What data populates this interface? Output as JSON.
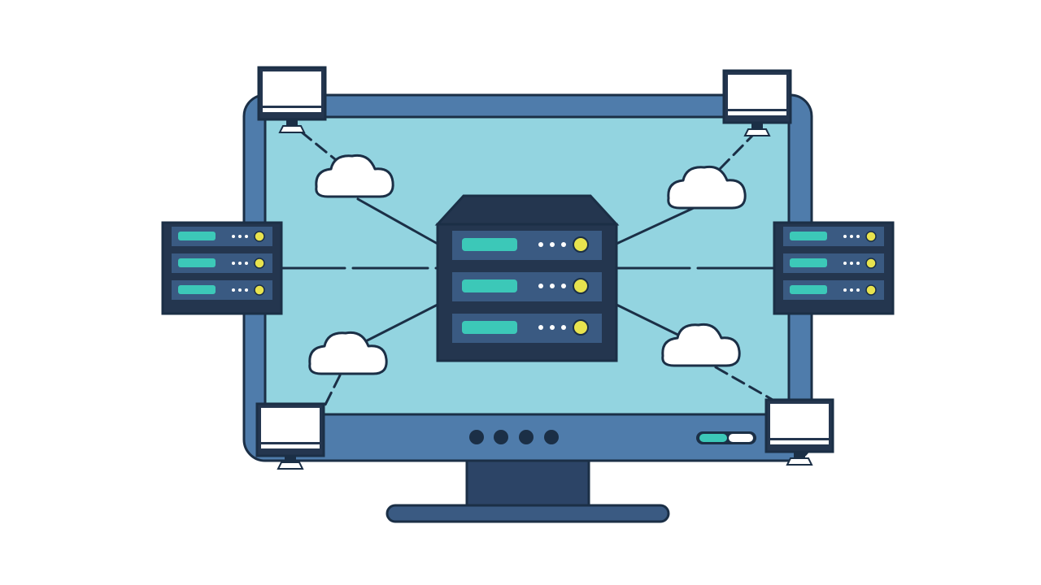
{
  "colors": {
    "background": "#ffffff",
    "monitor_frame": "#4f7cab",
    "screen": "#93d4e0",
    "outline": "#1b2f46",
    "dark_navy": "#24364f",
    "unit_panel": "#3a5a82",
    "teal_light": "#3cc8b8",
    "indicator_yellow": "#e8e34e",
    "cloud_fill": "#ffffff",
    "connector_line": "#1b2f46"
  },
  "icons": {
    "central_server": "server-rack-icon",
    "side_server": "server-rack-icon",
    "cloud": "cloud-icon",
    "client": "computer-monitor-icon"
  },
  "diagram": {
    "central_server_units": 3,
    "side_servers": [
      "left",
      "right"
    ],
    "clouds": [
      "upper-left",
      "upper-right",
      "lower-left",
      "lower-right"
    ],
    "client_computers": [
      "top-left",
      "top-right",
      "bottom-left",
      "bottom-right"
    ],
    "monitor_buttons": 4
  }
}
